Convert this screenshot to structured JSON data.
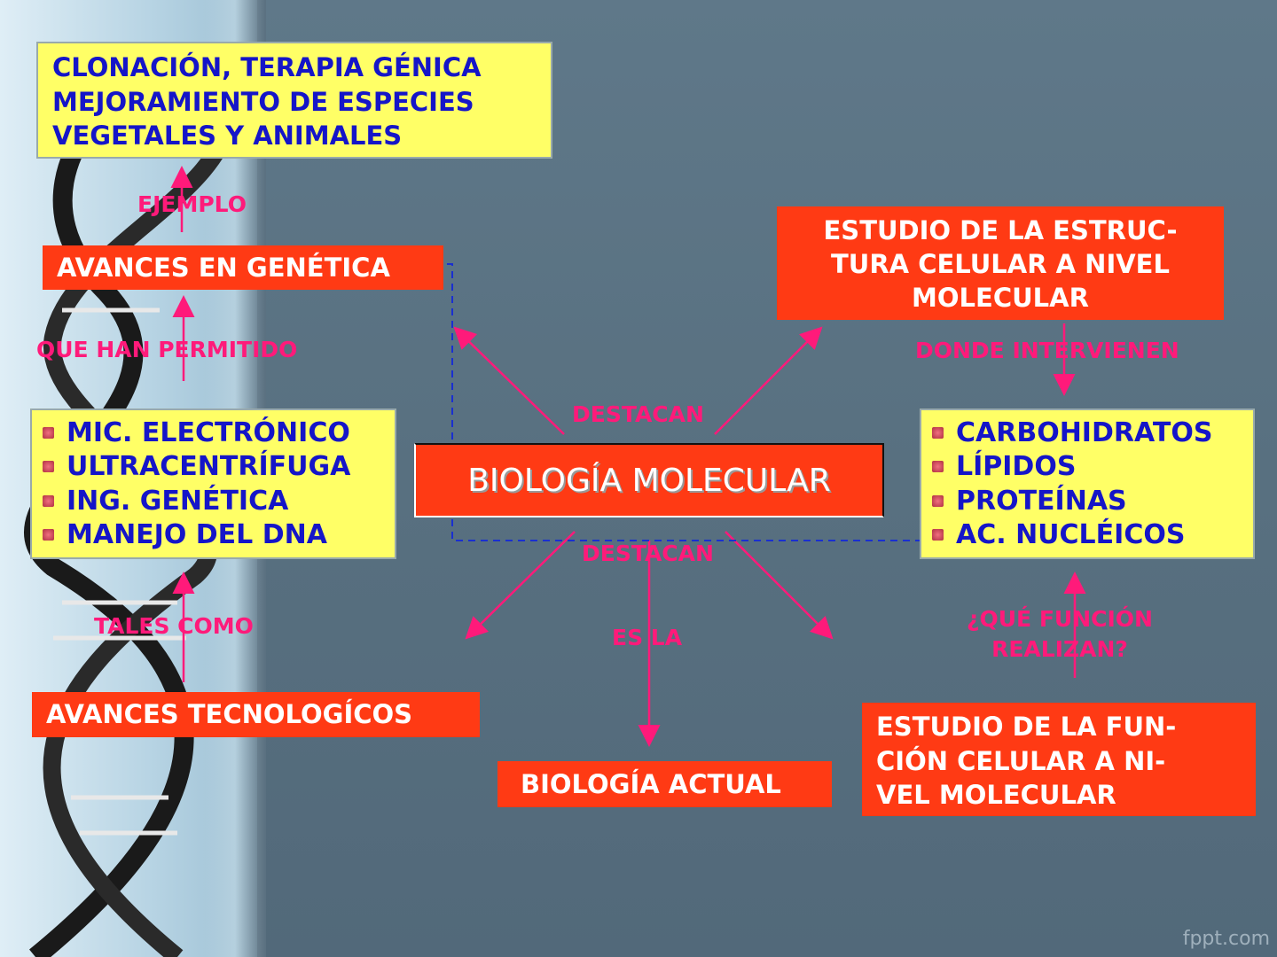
{
  "nodes": {
    "examples": [
      "CLONACIÓN, TERAPIA GÉNICA",
      "MEJORAMIENTO DE ESPECIES",
      "VEGETALES  Y ANIMALES"
    ],
    "genetics": "AVANCES EN GENÉTICA",
    "tools": [
      "MIC. ELECTRÓNICO",
      "ULTRACENTRÍFUGA",
      "ING. GENÉTICA",
      "MANEJO  DEL  DNA"
    ],
    "tech": "AVANCES  TECNOLOGÍCOS",
    "center": "BIOLOGÍA MOLECULAR",
    "actual": "BIOLOGÍA ACTUAL",
    "structure": [
      "ESTUDIO  DE  LA ESTRUC-",
      "TURA CELULAR  A NIVEL",
      "MOLECULAR"
    ],
    "molecules": [
      "CARBOHIDRATOS",
      "LÍPIDOS",
      "PROTEÍNAS",
      "AC. NUCLÉICOS"
    ],
    "function": [
      "ESTUDIO DE   LA  FUN-",
      "CIÓN  CELULAR  A  NI-",
      "VEL MOLECULAR"
    ]
  },
  "links": {
    "ejemplo": "EJEMPLO",
    "permitido": "QUE  HAN PERMITIDO",
    "tales": "TALES COMO",
    "destacan_top": "DESTACAN",
    "destacan_bottom": "DESTACAN",
    "es_la": "ES LA",
    "donde": "DONDE INTERVIENEN",
    "que_funcion": [
      "¿QUÉ FUNCIÓN",
      "REALIZAN?"
    ]
  },
  "watermark": "fppt.com",
  "colors": {
    "background": "#587080",
    "yellow_box": "#ffff66",
    "red_box": "#ff3a14",
    "box_text": "#1515c8",
    "link_label": "#ff1a7a",
    "dashed_line": "#1a2fd0"
  }
}
